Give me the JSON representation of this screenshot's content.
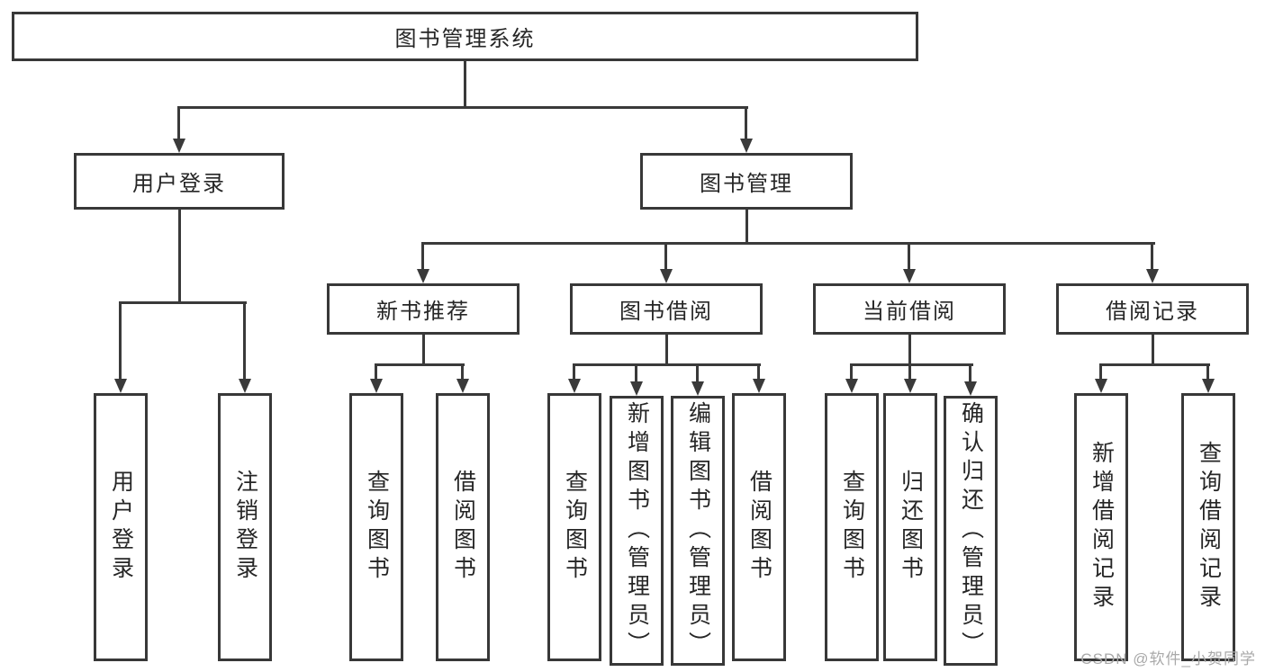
{
  "diagram": {
    "type": "hierarchy-tree",
    "title": "图书管理系统",
    "line_color": "#3a3a3a",
    "box_border_color": "#383838",
    "text_color": "#262626",
    "background_color": "#ffffff",
    "tree": {
      "label": "图书管理系统",
      "children": [
        {
          "label": "用户登录",
          "children": [
            {
              "label": "用户登录"
            },
            {
              "label": "注销登录"
            }
          ]
        },
        {
          "label": "图书管理",
          "children": [
            {
              "label": "新书推荐",
              "children": [
                {
                  "label": "查询图书"
                },
                {
                  "label": "借阅图书"
                }
              ]
            },
            {
              "label": "图书借阅",
              "children": [
                {
                  "label": "查询图书"
                },
                {
                  "label": "新增图书（管理员）"
                },
                {
                  "label": "编辑图书（管理员）"
                },
                {
                  "label": "借阅图书"
                }
              ]
            },
            {
              "label": "当前借阅",
              "children": [
                {
                  "label": "查询图书"
                },
                {
                  "label": "归还图书"
                },
                {
                  "label": "确认归还（管理员）"
                }
              ]
            },
            {
              "label": "借阅记录",
              "children": [
                {
                  "label": "新增借阅记录"
                },
                {
                  "label": "查询借阅记录"
                }
              ]
            }
          ]
        }
      ]
    }
  },
  "nodes": {
    "root": {
      "label": "图书管理系统"
    },
    "user_login": {
      "label": "用户登录"
    },
    "book_mgmt": {
      "label": "图书管理"
    },
    "new_book_rec": {
      "label": "新书推荐"
    },
    "book_borrow": {
      "label": "图书借阅"
    },
    "current_borrow": {
      "label": "当前借阅"
    },
    "borrow_record": {
      "label": "借阅记录"
    },
    "leaf_user_login": {
      "label": "用户登录"
    },
    "leaf_logout": {
      "label": "注销登录"
    },
    "leaf_query_book_1": {
      "label": "查询图书"
    },
    "leaf_borrow_book_1": {
      "label": "借阅图书"
    },
    "leaf_query_book_2": {
      "label": "查询图书"
    },
    "leaf_add_book": {
      "label": "新增图书（管理员）"
    },
    "leaf_edit_book": {
      "label": "编辑图书（管理员）"
    },
    "leaf_borrow_book_2": {
      "label": "借阅图书"
    },
    "leaf_query_book_3": {
      "label": "查询图书"
    },
    "leaf_return_book": {
      "label": "归还图书"
    },
    "leaf_confirm_return": {
      "label": "确认归还（管理员）"
    },
    "leaf_add_borrow_record": {
      "label": "新增借阅记录"
    },
    "leaf_query_borrow_record": {
      "label": "查询借阅记录"
    }
  },
  "watermark": {
    "text": "CSDN @软件_小贺同学",
    "color": "#a9a9a9"
  }
}
